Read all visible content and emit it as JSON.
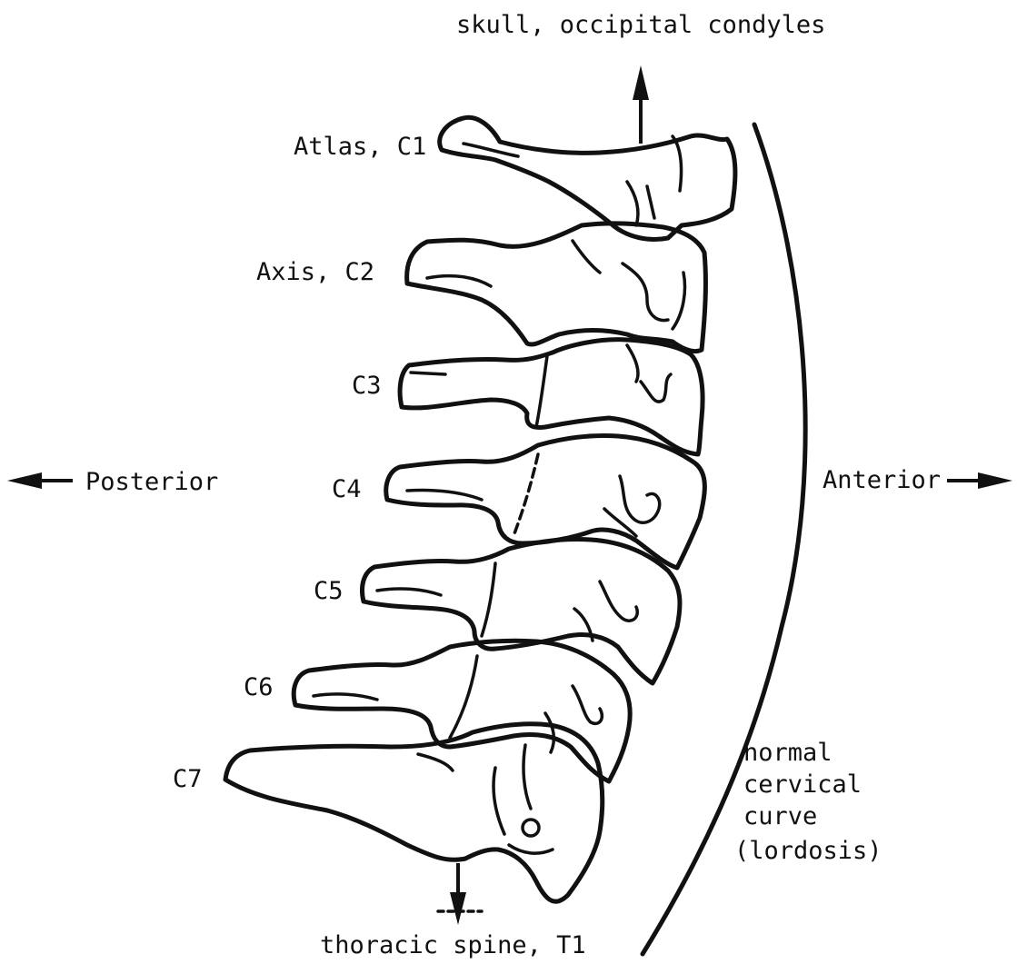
{
  "labels": {
    "top": "skull, occipital condyles",
    "bottom": "thoracic spine, T1",
    "posterior": "Posterior",
    "anterior": "Anterior",
    "c1": "Atlas, C1",
    "c2": "Axis, C2",
    "c3": "C3",
    "c4": "C4",
    "c5": "C5",
    "c6": "C6",
    "c7": "C7",
    "curve_line1": "normal",
    "curve_line2": "cervical",
    "curve_line3": "curve",
    "curve_line4": "(lordosis)"
  },
  "colors": {
    "ink": "#111111",
    "background": "#ffffff"
  }
}
